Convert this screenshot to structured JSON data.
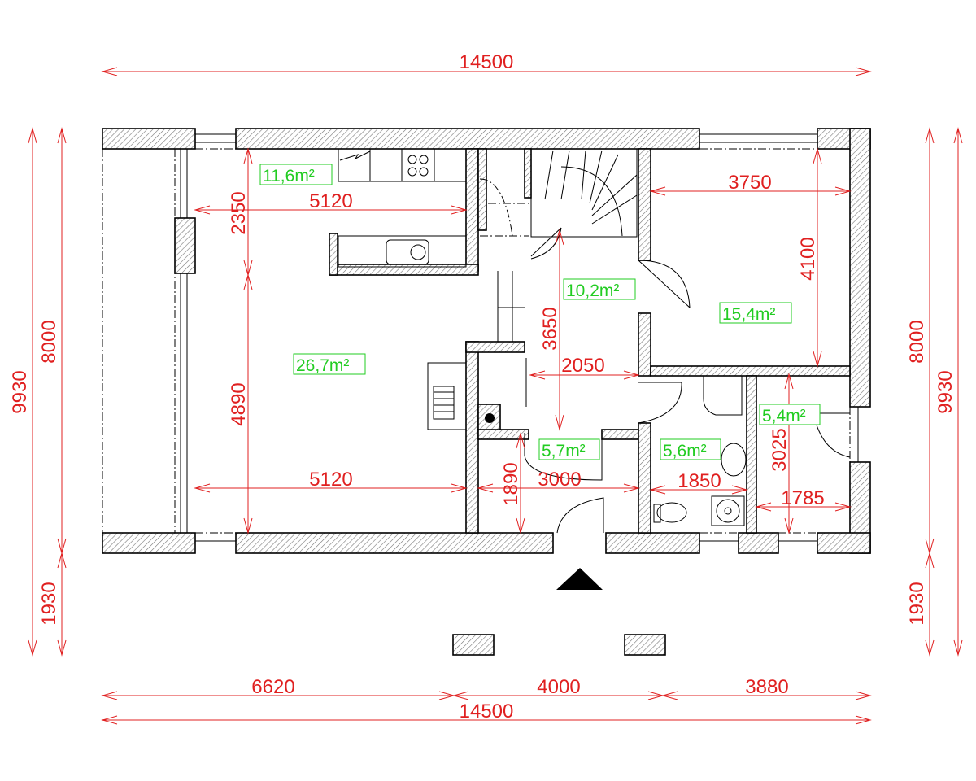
{
  "drawing": {
    "overall_width_top": "14500",
    "overall_width_bottom": "14500",
    "bottom_segments": [
      "6620",
      "4000",
      "3880"
    ],
    "left_dims": {
      "total": "9930",
      "building": "8000",
      "terrace": "1930"
    },
    "right_dims": {
      "total": "9930",
      "building": "8000",
      "terrace": "1930"
    },
    "interior_dims": [
      "5120",
      "2350",
      "4890",
      "5120",
      "3650",
      "2050",
      "3750",
      "4100",
      "3000",
      "1890",
      "1850",
      "3025",
      "1785"
    ],
    "room_areas": [
      "11,6m²",
      "26,7m²",
      "10,2m²",
      "15,4m²",
      "5,7m²",
      "5,6m²",
      "5,4m²"
    ],
    "colors": {
      "dimension": "#e02020",
      "area_label": "#22cc22",
      "wall_outline": "#000000"
    }
  }
}
